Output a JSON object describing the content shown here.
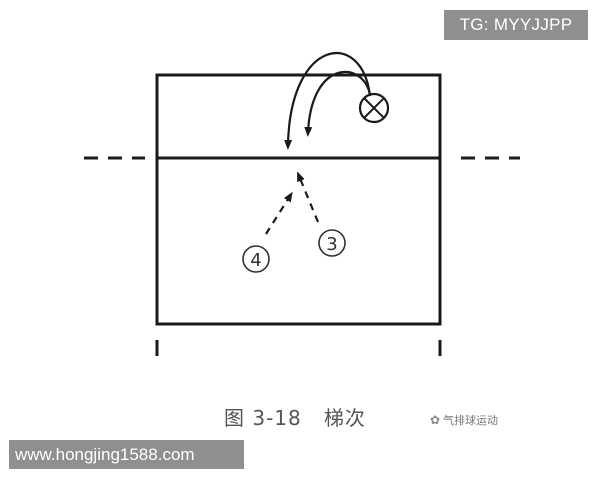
{
  "watermark_top": "TG: MYYJJPP",
  "watermark_bottom": "www.hongjing1588.com",
  "caption": "图 3-18   梯次",
  "source_watermark": "气排球运动",
  "icon": "wechat-icon",
  "diagram": {
    "markers": {
      "m4": "4",
      "m3": "3"
    },
    "symbol": "circled-x"
  },
  "colors": {
    "line": "#1a1a1a",
    "badge_bg": "#8f8f8f",
    "caption": "#555555"
  }
}
